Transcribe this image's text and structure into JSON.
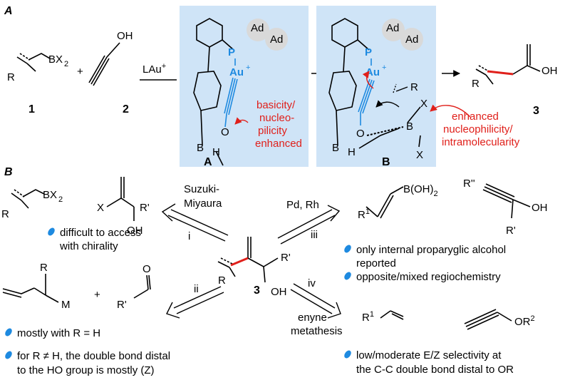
{
  "colors": {
    "panel_bg": "#cfe4f7",
    "red": "#e0201b",
    "blue": "#1e8ae0",
    "ad_ball": "#d9d9d9"
  },
  "panelA": {
    "label": "A",
    "reagent1": {
      "r": "R",
      "bx": "BX",
      "sub": "2",
      "number": "1"
    },
    "plus": "+",
    "reagent2": {
      "oh": "OH",
      "number": "2"
    },
    "catalyst": "LAu",
    "catalyst_sup": "+",
    "intA": {
      "ad": "Ad",
      "p": "P",
      "au": "Au",
      "au_charge": "+",
      "b": "B",
      "h": "H",
      "o": "O",
      "label": "A",
      "annotation": [
        "basicity/",
        "nucleo-",
        "pilicity",
        "enhanced"
      ]
    },
    "intB": {
      "ad": "Ad",
      "p": "P",
      "au": "Au",
      "au_charge": "+",
      "b": "B",
      "h": "H",
      "o": "O",
      "r": "R",
      "x": "X",
      "label": "B",
      "annotation": [
        "enhanced",
        "nucleophilicity/",
        "intramolecularity"
      ]
    },
    "product": {
      "r": "R",
      "oh": "OH",
      "number": "3"
    }
  },
  "panelB": {
    "label": "B",
    "center": {
      "r": "R",
      "r_prime": "R'",
      "oh": "OH",
      "number": "3"
    },
    "route_i": {
      "label": "i",
      "method": [
        "Suzuki-",
        "Miyaura"
      ],
      "reagent": {
        "r": "R",
        "bx": "BX",
        "sub": "2"
      },
      "partner": {
        "x": "X",
        "r_prime": "R'",
        "oh": "OH"
      },
      "bullets": [
        [
          "difficult to access",
          "with chirality"
        ]
      ]
    },
    "route_ii": {
      "label": "ii",
      "reagent": {
        "r": "R",
        "m": "M"
      },
      "plus": "+",
      "aldehyde": {
        "o": "O",
        "r_prime": "R'"
      },
      "bullets": [
        [
          "mostly with R = H"
        ],
        [
          "for R ≠ H, the double bond distal",
          "to the HO group is mostly (Z)"
        ]
      ]
    },
    "route_iii": {
      "label": "iii",
      "method": "Pd, Rh",
      "boronic": {
        "b": "B(OH)",
        "sub": "2",
        "r1": "R",
        "r1_sup": "1"
      },
      "alcohol": {
        "r2": "R''",
        "oh": "OH",
        "r_prime": "R'"
      },
      "bullets": [
        [
          "only internal proparyglic alcohol",
          "reported"
        ],
        [
          "opposite/mixed regiochemistry"
        ]
      ]
    },
    "route_iv": {
      "label": "iv",
      "method": [
        "enyne",
        "metathesis"
      ],
      "alkene": {
        "r1": "R",
        "r1_sup": "1"
      },
      "alkyne": {
        "or2": "OR",
        "sup": "2"
      },
      "bullets": [
        [
          "low/moderate E/Z selectivity at",
          "the C-C double bond distal to OR"
        ]
      ]
    }
  }
}
